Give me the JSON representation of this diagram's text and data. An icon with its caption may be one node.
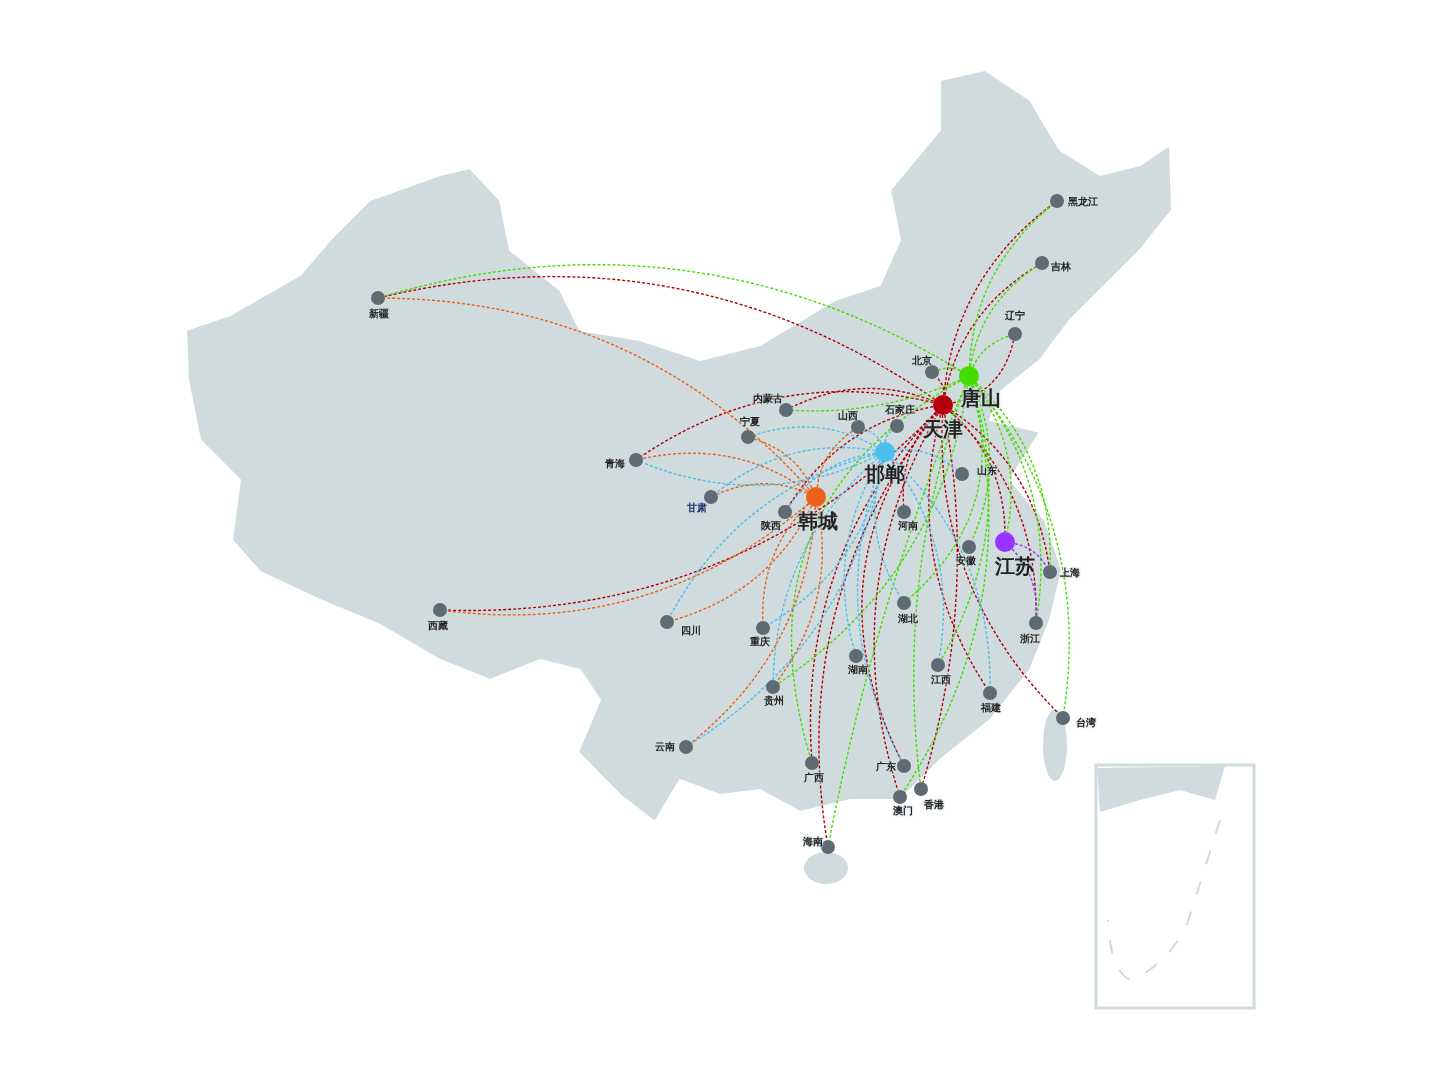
{
  "diagram": {
    "nodes": [
      {
        "text": [
          "天津"
        ]
      },
      {
        "text": [
          "唐山"
        ]
      },
      {
        "text": [
          "邯郸"
        ]
      },
      {
        "text": [
          "韩城"
        ]
      },
      {
        "text": [
          "江苏"
        ]
      },
      {
        "text": [
          "黑龙江"
        ]
      },
      {
        "text": [
          "吉林"
        ]
      },
      {
        "text": [
          "辽宁"
        ]
      },
      {
        "text": [
          "新疆"
        ]
      },
      {
        "text": [
          "北京"
        ]
      },
      {
        "text": [
          "内蒙古"
        ]
      },
      {
        "text": [
          "石家庄"
        ]
      },
      {
        "text": [
          "山西"
        ]
      },
      {
        "text": [
          "宁夏"
        ]
      },
      {
        "text": [
          "青海"
        ]
      },
      {
        "text": [
          "山东"
        ]
      },
      {
        "text": [
          "甘肃"
        ]
      },
      {
        "text": [
          "陕西"
        ]
      },
      {
        "text": [
          "河南"
        ]
      },
      {
        "text": [
          "安徽"
        ]
      },
      {
        "text": [
          "上海"
        ]
      },
      {
        "text": [
          "西藏"
        ]
      },
      {
        "text": [
          "四川"
        ]
      },
      {
        "text": [
          "重庆"
        ]
      },
      {
        "text": [
          "湖北"
        ]
      },
      {
        "text": [
          "浙江"
        ]
      },
      {
        "text": [
          "湖南"
        ]
      },
      {
        "text": [
          "江西"
        ]
      },
      {
        "text": [
          "福建"
        ]
      },
      {
        "text": [
          "贵州"
        ]
      },
      {
        "text": [
          "台湾"
        ]
      },
      {
        "text": [
          "云南"
        ]
      },
      {
        "text": [
          "广西"
        ]
      },
      {
        "text": [
          "广东"
        ]
      },
      {
        "text": [
          "香港"
        ]
      },
      {
        "text": [
          "澳门"
        ]
      },
      {
        "text": [
          "海南"
        ]
      }
    ],
    "edges": [
      {
        "from": 0,
        "to": 8,
        "arrow": "none",
        "color": "#b5000b"
      },
      {
        "from": 0,
        "to": 5,
        "arrow": "none",
        "color": "#b5000b"
      },
      {
        "from": 0,
        "to": 6,
        "arrow": "none",
        "color": "#b5000b"
      },
      {
        "from": 0,
        "to": 7,
        "arrow": "none",
        "color": "#b5000b"
      },
      {
        "from": 0,
        "to": 9,
        "arrow": "none",
        "color": "#b5000b"
      },
      {
        "from": 0,
        "to": 10,
        "arrow": "none",
        "color": "#b5000b"
      },
      {
        "from": 0,
        "to": 14,
        "arrow": "none",
        "color": "#b5000b"
      },
      {
        "from": 0,
        "to": 21,
        "arrow": "none",
        "color": "#b5000b"
      },
      {
        "from": 0,
        "to": 17,
        "arrow": "none",
        "color": "#b5000b"
      },
      {
        "from": 0,
        "to": 18,
        "arrow": "none",
        "color": "#b5000b"
      },
      {
        "from": 0,
        "to": 32,
        "arrow": "none",
        "color": "#b5000b"
      },
      {
        "from": 0,
        "to": 36,
        "arrow": "none",
        "color": "#b5000b"
      },
      {
        "from": 0,
        "to": 33,
        "arrow": "none",
        "color": "#b5000b"
      },
      {
        "from": 0,
        "to": 34,
        "arrow": "none",
        "color": "#b5000b"
      },
      {
        "from": 0,
        "to": 35,
        "arrow": "none",
        "color": "#b5000b"
      },
      {
        "from": 0,
        "to": 28,
        "arrow": "none",
        "color": "#b5000b"
      },
      {
        "from": 0,
        "to": 25,
        "arrow": "none",
        "color": "#b5000b"
      },
      {
        "from": 0,
        "to": 20,
        "arrow": "none",
        "color": "#b5000b"
      },
      {
        "from": 0,
        "to": 30,
        "arrow": "none",
        "color": "#b5000b"
      },
      {
        "from": 0,
        "to": 4,
        "arrow": "none",
        "color": "#b5000b"
      },
      {
        "from": 1,
        "to": 8,
        "arrow": "none",
        "color": "#44dd00"
      },
      {
        "from": 1,
        "to": 5,
        "arrow": "none",
        "color": "#44dd00"
      },
      {
        "from": 1,
        "to": 6,
        "arrow": "none",
        "color": "#44dd00"
      },
      {
        "from": 1,
        "to": 7,
        "arrow": "none",
        "color": "#44dd00"
      },
      {
        "from": 1,
        "to": 9,
        "arrow": "none",
        "color": "#44dd00"
      },
      {
        "from": 1,
        "to": 10,
        "arrow": "none",
        "color": "#44dd00"
      },
      {
        "from": 1,
        "to": 24,
        "arrow": "none",
        "color": "#44dd00"
      },
      {
        "from": 1,
        "to": 29,
        "arrow": "none",
        "color": "#44dd00"
      },
      {
        "from": 1,
        "to": 32,
        "arrow": "none",
        "color": "#44dd00"
      },
      {
        "from": 1,
        "to": 36,
        "arrow": "none",
        "color": "#44dd00"
      },
      {
        "from": 1,
        "to": 35,
        "arrow": "none",
        "color": "#44dd00"
      },
      {
        "from": 1,
        "to": 34,
        "arrow": "none",
        "color": "#44dd00"
      },
      {
        "from": 1,
        "to": 27,
        "arrow": "none",
        "color": "#44dd00"
      },
      {
        "from": 1,
        "to": 19,
        "arrow": "none",
        "color": "#44dd00"
      },
      {
        "from": 1,
        "to": 25,
        "arrow": "none",
        "color": "#44dd00"
      },
      {
        "from": 1,
        "to": 20,
        "arrow": "none",
        "color": "#44dd00"
      },
      {
        "from": 1,
        "to": 30,
        "arrow": "none",
        "color": "#44dd00"
      },
      {
        "from": 1,
        "to": 4,
        "arrow": "none",
        "color": "#44dd00"
      },
      {
        "from": 2,
        "to": 14,
        "arrow": "none",
        "color": "#4bbfee"
      },
      {
        "from": 2,
        "to": 13,
        "arrow": "none",
        "color": "#4bbfee"
      },
      {
        "from": 2,
        "to": 16,
        "arrow": "none",
        "color": "#4bbfee"
      },
      {
        "from": 2,
        "to": 12,
        "arrow": "none",
        "color": "#4bbfee"
      },
      {
        "from": 2,
        "to": 11,
        "arrow": "none",
        "color": "#4bbfee"
      },
      {
        "from": 2,
        "to": 17,
        "arrow": "none",
        "color": "#4bbfee"
      },
      {
        "from": 2,
        "to": 22,
        "arrow": "none",
        "color": "#4bbfee"
      },
      {
        "from": 2,
        "to": 23,
        "arrow": "none",
        "color": "#4bbfee"
      },
      {
        "from": 2,
        "to": 31,
        "arrow": "none",
        "color": "#4bbfee"
      },
      {
        "from": 2,
        "to": 29,
        "arrow": "none",
        "color": "#4bbfee"
      },
      {
        "from": 2,
        "to": 26,
        "arrow": "none",
        "color": "#4bbfee"
      },
      {
        "from": 2,
        "to": 24,
        "arrow": "none",
        "color": "#4bbfee"
      },
      {
        "from": 2,
        "to": 33,
        "arrow": "none",
        "color": "#4bbfee"
      },
      {
        "from": 2,
        "to": 27,
        "arrow": "none",
        "color": "#4bbfee"
      },
      {
        "from": 2,
        "to": 28,
        "arrow": "none",
        "color": "#4bbfee"
      },
      {
        "from": 2,
        "to": 15,
        "arrow": "none",
        "color": "#4bbfee"
      },
      {
        "from": 3,
        "to": 8,
        "arrow": "none",
        "color": "#ec6119"
      },
      {
        "from": 3,
        "to": 14,
        "arrow": "none",
        "color": "#ec6119"
      },
      {
        "from": 3,
        "to": 13,
        "arrow": "none",
        "color": "#ec6119"
      },
      {
        "from": 3,
        "to": 16,
        "arrow": "none",
        "color": "#ec6119"
      },
      {
        "from": 3,
        "to": 12,
        "arrow": "none",
        "color": "#ec6119"
      },
      {
        "from": 3,
        "to": 21,
        "arrow": "none",
        "color": "#ec6119"
      },
      {
        "from": 3,
        "to": 22,
        "arrow": "none",
        "color": "#ec6119"
      },
      {
        "from": 3,
        "to": 23,
        "arrow": "none",
        "color": "#ec6119"
      },
      {
        "from": 3,
        "to": 29,
        "arrow": "none",
        "color": "#ec6119"
      },
      {
        "from": 3,
        "to": 31,
        "arrow": "none",
        "color": "#ec6119"
      },
      {
        "from": 4,
        "to": 20,
        "arrow": "none",
        "color": "#9933ff"
      },
      {
        "from": 4,
        "to": 25,
        "arrow": "none",
        "color": "#9933ff"
      }
    ]
  }
}
